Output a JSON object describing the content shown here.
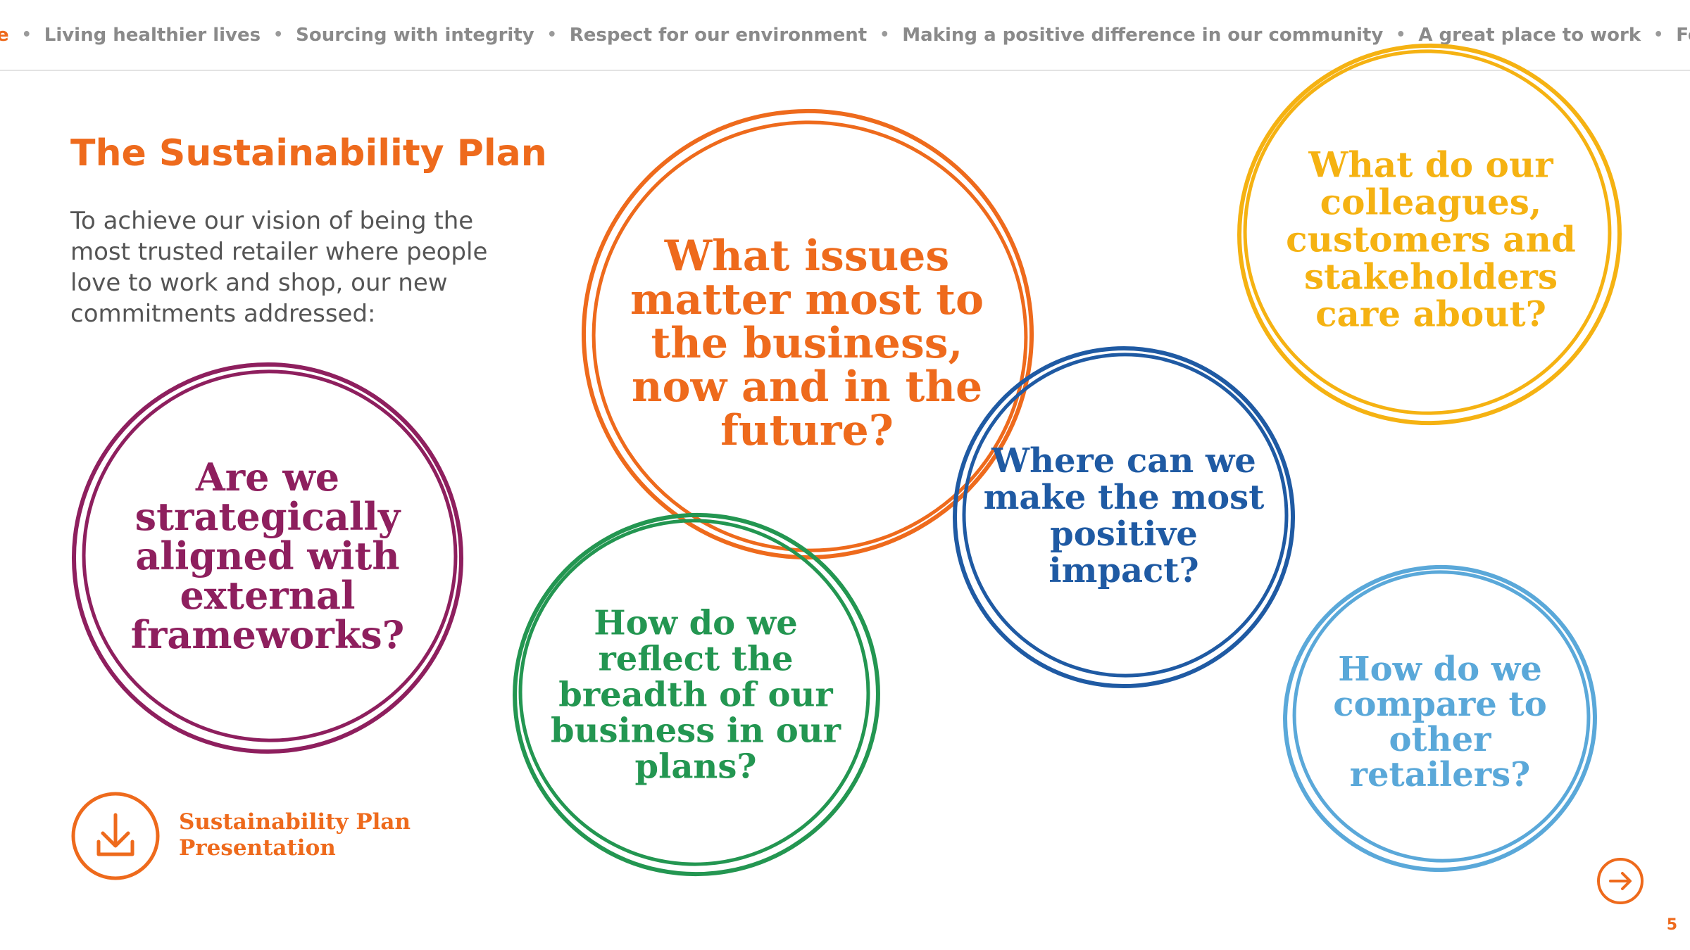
{
  "nav": {
    "items": [
      {
        "label": "Welcome",
        "active": true
      },
      {
        "label": "Living healthier lives",
        "active": false
      },
      {
        "label": "Sourcing with integrity",
        "active": false
      },
      {
        "label": "Respect for our environment",
        "active": false
      },
      {
        "label": "Making a positive difference in our community",
        "active": false
      },
      {
        "label": "A great place to work",
        "active": false
      },
      {
        "label": "Feedback",
        "active": false
      }
    ],
    "separator": "•",
    "active_color": "#ee6a1c",
    "text_color": "#8a8a8a"
  },
  "slide": {
    "title": "The Sustainability Plan",
    "intro": "To achieve our vision of being the most trusted retailer where people love to work and shop, our new commitments addressed:"
  },
  "questions": {
    "issues": {
      "text": "What issues matter most to the business, now and in the future?",
      "color": "#ee6a1c"
    },
    "stakeholders": {
      "text": "What do our colleagues, customers and stakeholders care about?",
      "color": "#f5b212"
    },
    "strategic": {
      "text": "Are we strategically aligned with external frameworks?",
      "color": "#8e1f5e"
    },
    "impact": {
      "text": "Where can we make the most positive impact?",
      "color": "#1f5aa3"
    },
    "breadth": {
      "text": "How do we reflect the breadth of our business in our plans?",
      "color": "#239651"
    },
    "compare": {
      "text": "How do we compare to other retailers?",
      "color": "#5aa8d9"
    }
  },
  "download": {
    "label": "Sustainability Plan Presentation",
    "icon": "download-icon"
  },
  "next": {
    "icon": "arrow-right-icon"
  },
  "page_number": "5"
}
